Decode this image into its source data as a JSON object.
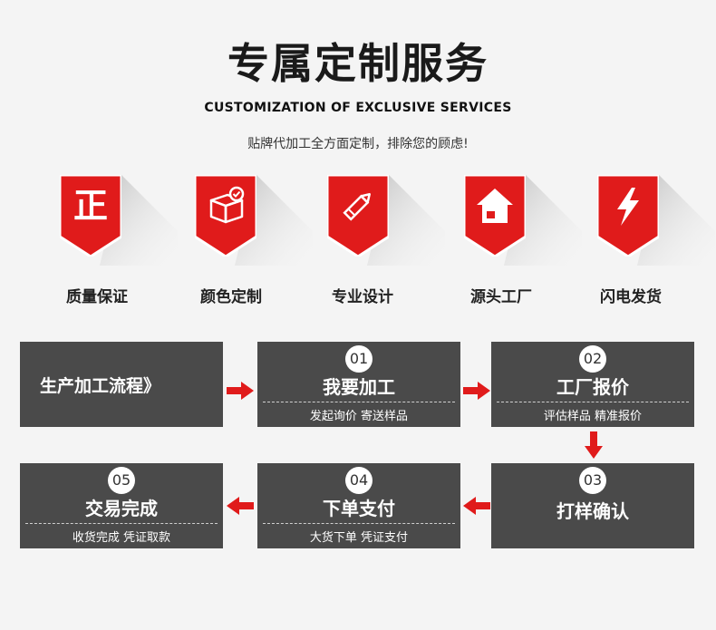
{
  "header": {
    "title": "专属定制服务",
    "subtitle_en": "CUSTOMIZATION OF EXCLUSIVE SERVICES",
    "subtitle_cn": "贴牌代加工全方面定制，排除您的顾虑!"
  },
  "features": [
    {
      "label": "质量保证",
      "icon": "zheng-character-icon",
      "glyph": "正"
    },
    {
      "label": "颜色定制",
      "icon": "box-check-icon"
    },
    {
      "label": "专业设计",
      "icon": "pencil-icon"
    },
    {
      "label": "源头工厂",
      "icon": "factory-house-icon"
    },
    {
      "label": "闪电发货",
      "icon": "lightning-icon"
    }
  ],
  "process": {
    "start_label": "生产加工流程》",
    "steps": [
      {
        "num": "01",
        "title": "我要加工",
        "sub": "发起询价 寄送样品"
      },
      {
        "num": "02",
        "title": "工厂报价",
        "sub": "评估样品 精准报价"
      },
      {
        "num": "03",
        "title": "打样确认",
        "sub": ""
      },
      {
        "num": "04",
        "title": "下单支付",
        "sub": "大货下单 凭证支付"
      },
      {
        "num": "05",
        "title": "交易完成",
        "sub": "收货完成 凭证取款"
      }
    ]
  },
  "colors": {
    "accent_red": "#e01b1b",
    "box_gray": "#4a4a4a",
    "background": "#f4f4f4"
  }
}
